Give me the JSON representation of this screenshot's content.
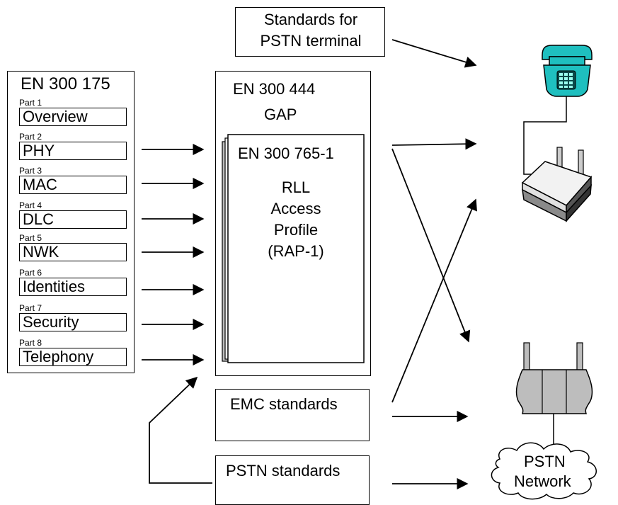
{
  "standards_pstn_terminal": [
    "Standards for",
    "PSTN terminal"
  ],
  "en300175": {
    "title": "EN 300 175",
    "parts": [
      {
        "label": "Part 1",
        "name": "Overview"
      },
      {
        "label": "Part 2",
        "name": "PHY"
      },
      {
        "label": "Part 3",
        "name": "MAC"
      },
      {
        "label": "Part 4",
        "name": "DLC"
      },
      {
        "label": "Part 5",
        "name": "NWK"
      },
      {
        "label": "Part 6",
        "name": "Identities"
      },
      {
        "label": "Part 7",
        "name": "Security"
      },
      {
        "label": "Part 8",
        "name": "Telephony"
      }
    ]
  },
  "en300444": {
    "title": "EN 300 444",
    "subtitle": "GAP"
  },
  "en300765": {
    "title": "EN 300 765-1",
    "lines": [
      "RLL",
      "Access",
      "Profile",
      "(RAP-1)"
    ]
  },
  "emc": "EMC standards",
  "pstn_standards": "PSTN standards",
  "pstn_network": [
    "PSTN",
    "Network"
  ],
  "colors": {
    "handset": "#1fbfbf",
    "base_station": "#bdbdbd",
    "line": "#000000"
  }
}
